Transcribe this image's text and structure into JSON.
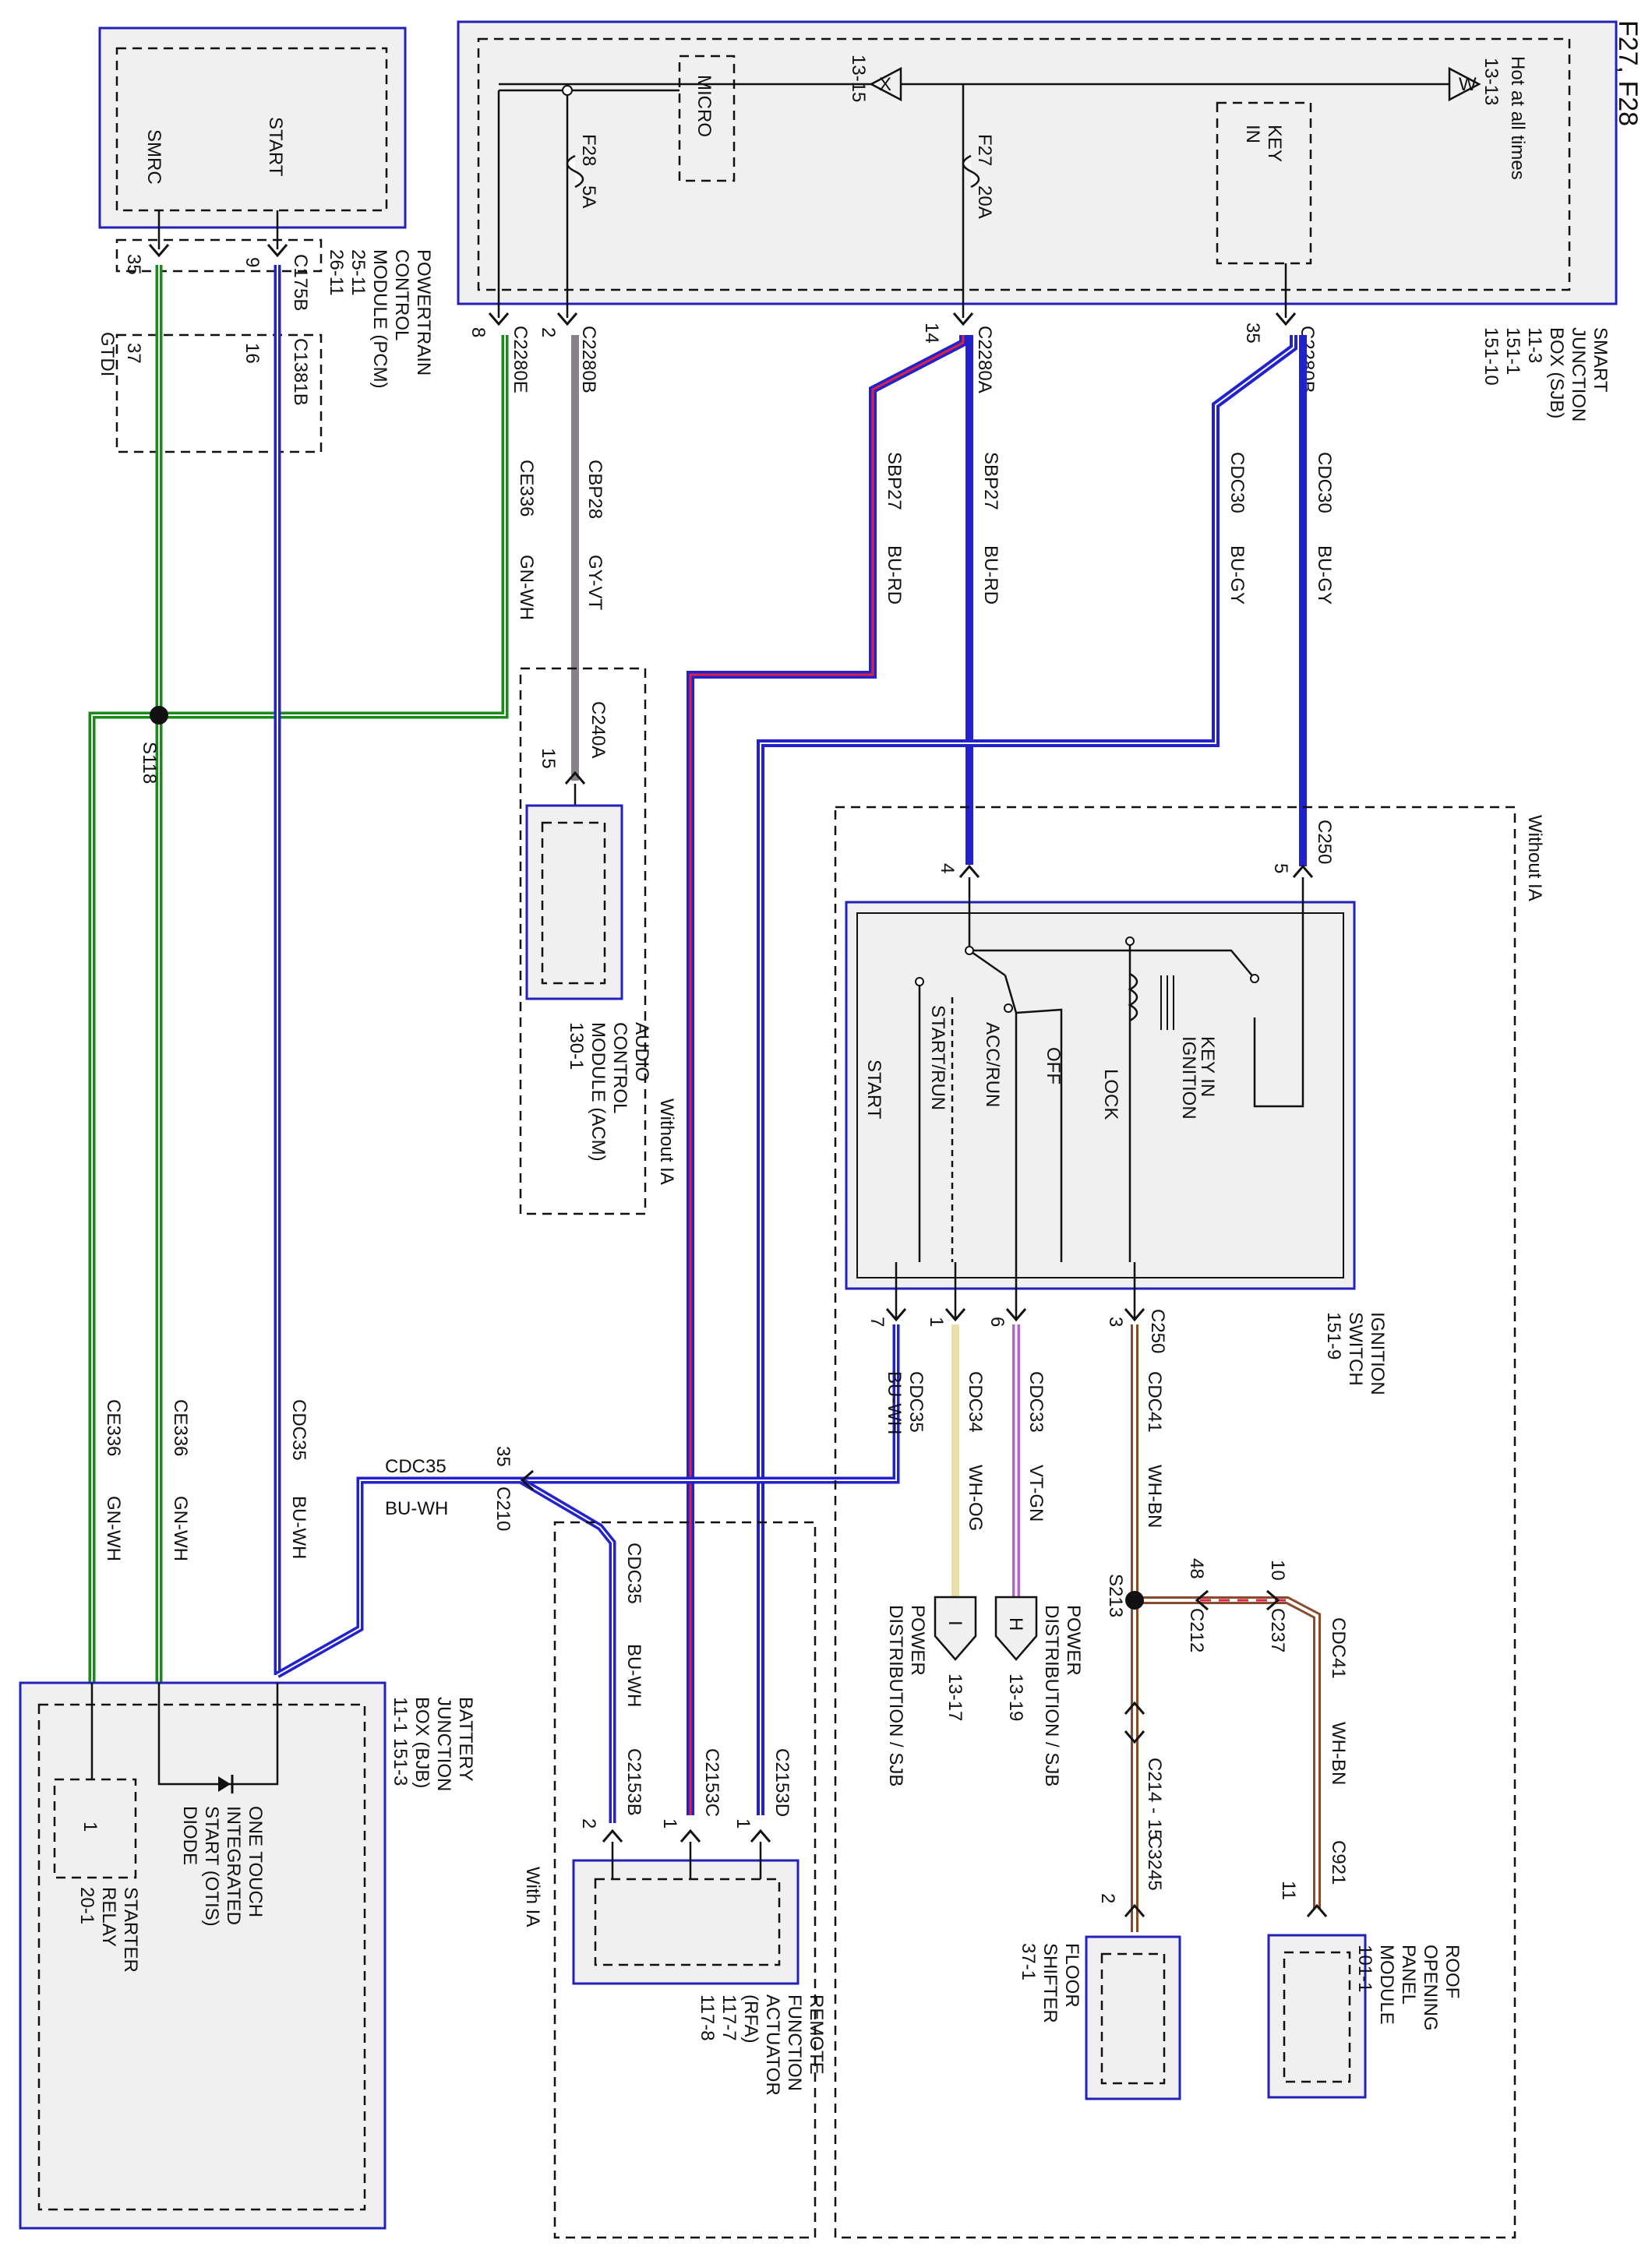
{
  "title": "F27, F28",
  "colors": {
    "blue": "#2222cc",
    "green": "#1a8a1a",
    "red": "#dd2244",
    "gray_violet": "#8a7f8a",
    "brown": "#8b4b2b",
    "violet": "#b066c8",
    "cream": "#e8e0a8",
    "frame": "#2222bb"
  },
  "components": {
    "sjb": {
      "name": "SMART JUNCTION BOX (SJB)",
      "l1": "SMART",
      "l2": "JUNCTION",
      "l3": "BOX (SJB)",
      "ref1": "11-3",
      "ref2": "151-1",
      "ref3": "151-10"
    },
    "pcm": {
      "l1": "POWERTRAIN",
      "l2": "CONTROL",
      "l3": "MODULE (PCM)",
      "ref1": "25-11",
      "ref2": "26-11",
      "smrc": "SMRC",
      "start": "START"
    },
    "acm": {
      "l1": "AUDIO",
      "l2": "CONTROL",
      "l3": "MODULE (ACM)",
      "ref": "130-1"
    },
    "ign": {
      "l1": "IGNITION",
      "l2": "SWITCH",
      "ref": "151-9"
    },
    "bjb": {
      "l1": "BATTERY",
      "l2": "JUNCTION",
      "l3": "BOX (BJB)",
      "ref": "11-1  151-3"
    },
    "otis": {
      "l1": "ONE TOUCH",
      "l2": "INTEGRATED",
      "l3": "START (OTIS)",
      "l4": "DIODE"
    },
    "relay": {
      "l1": "STARTER",
      "l2": "RELAY",
      "ref": "20-1",
      "pin": "1"
    },
    "rfa": {
      "l1": "REMOTE",
      "l2": "FUNCTION",
      "l3": "ACTUATOR",
      "l4": "(RFA)",
      "ref1": "117-7",
      "ref2": "117-8"
    },
    "shifter": {
      "l1": "FLOOR",
      "l2": "SHIFTER",
      "ref": "37-1"
    },
    "roof": {
      "l1": "ROOF",
      "l2": "OPENING",
      "l3": "PANEL",
      "l4": "MODULE",
      "ref": "101-1"
    },
    "pd_h": {
      "letter": "H",
      "l1": "POWER",
      "l2": "DISTRIBUTION / SJB",
      "ref": "13-19"
    },
    "pd_i": {
      "letter": "I",
      "l1": "POWER",
      "l2": "DISTRIBUTION / SJB",
      "ref": "13-17"
    }
  },
  "sjb_inner": {
    "hot": "Hot at all times",
    "w_ref": "13-13",
    "w": "W",
    "x_ref": "13-15",
    "x": "X",
    "micro": "MICRO",
    "key_in_1": "KEY",
    "key_in_2": "IN",
    "f28": "F28",
    "f28_amp": "5A",
    "f27": "F27",
    "f27_amp": "20A"
  },
  "switch_positions": {
    "key_in_ign_1": "KEY IN",
    "key_in_ign_2": "IGNITION",
    "lock": "LOCK",
    "off": "OFF",
    "acc_run": "ACC/RUN",
    "start_run": "START/RUN",
    "start": "START"
  },
  "connectors": {
    "c2280e": "C2280E",
    "c2280e_pin": "8",
    "c2280b_1": "C2280B",
    "c2280b_1_pin": "2",
    "c2280a": "C2280A",
    "c2280a_pin": "14",
    "c2280b_2": "C2280B",
    "c2280b_2_pin": "35",
    "c175b": "C175B",
    "c175b_pin9": "9",
    "c175b_pin35": "35",
    "c1381b": "C1381B",
    "c1381b_pin16": "16",
    "c1381b_pin37": "37",
    "gtdi": "GTDI",
    "c240a": "C240A",
    "c240a_pin": "15",
    "c250_top": "C250",
    "c250_pin4": "4",
    "c250_pin5": "5",
    "c250_bot": "C250",
    "c250_pin3": "3",
    "c250_pin6": "6",
    "c250_pin1": "1",
    "c250_pin7": "7",
    "c210": "C210",
    "c210_pin": "35",
    "c2153b": "C2153B",
    "c2153b_pin": "2",
    "c2153c": "C2153C",
    "c2153c_pin": "1",
    "c2153d": "C2153D",
    "c2153d_pin": "1",
    "c212": "C212",
    "c212_pin": "48",
    "c237": "C237",
    "c237_pin": "10",
    "c214": "C214 - 15",
    "c3245": "C3245",
    "c3245_pin": "2",
    "c921": "C921",
    "c921_pin": "11",
    "s118": "S118",
    "s213": "S213"
  },
  "wires": {
    "ce336_top": {
      "circuit": "CE336",
      "color": "GN-WH"
    },
    "cbp28": {
      "circuit": "CBP28",
      "color": "GY-VT"
    },
    "sbp27_a": {
      "circuit": "SBP27",
      "color": "BU-RD"
    },
    "sbp27_b": {
      "circuit": "SBP27",
      "color": "BU-RD"
    },
    "cdc30_a": {
      "circuit": "CDC30",
      "color": "BU-GY"
    },
    "cdc30_b": {
      "circuit": "CDC30",
      "color": "BU-GY"
    },
    "cdc41": {
      "circuit": "CDC41",
      "color": "WH-BN"
    },
    "cdc33": {
      "circuit": "CDC33",
      "color": "VT-GN"
    },
    "cdc34": {
      "circuit": "CDC34",
      "color": "WH-OG"
    },
    "cdc35_ign": {
      "circuit": "CDC35",
      "color": "BU-WH"
    },
    "cdc35_c210": {
      "circuit": "CDC35",
      "color": "BU-WH"
    },
    "cdc35_rfa": {
      "circuit": "CDC35",
      "color": "BU-WH"
    },
    "cdc35_left": {
      "circuit": "CDC35",
      "color": "BU-WH"
    },
    "ce336_l1": {
      "circuit": "CE336",
      "color": "GN-WH"
    },
    "ce336_l2": {
      "circuit": "CE336",
      "color": "GN-WH"
    },
    "cdc41_roof": {
      "circuit": "CDC41",
      "color": "WH-BN"
    }
  },
  "options": {
    "without_ia_1": "Without IA",
    "without_ia_2": "Without IA",
    "with_ia": "With IA"
  }
}
